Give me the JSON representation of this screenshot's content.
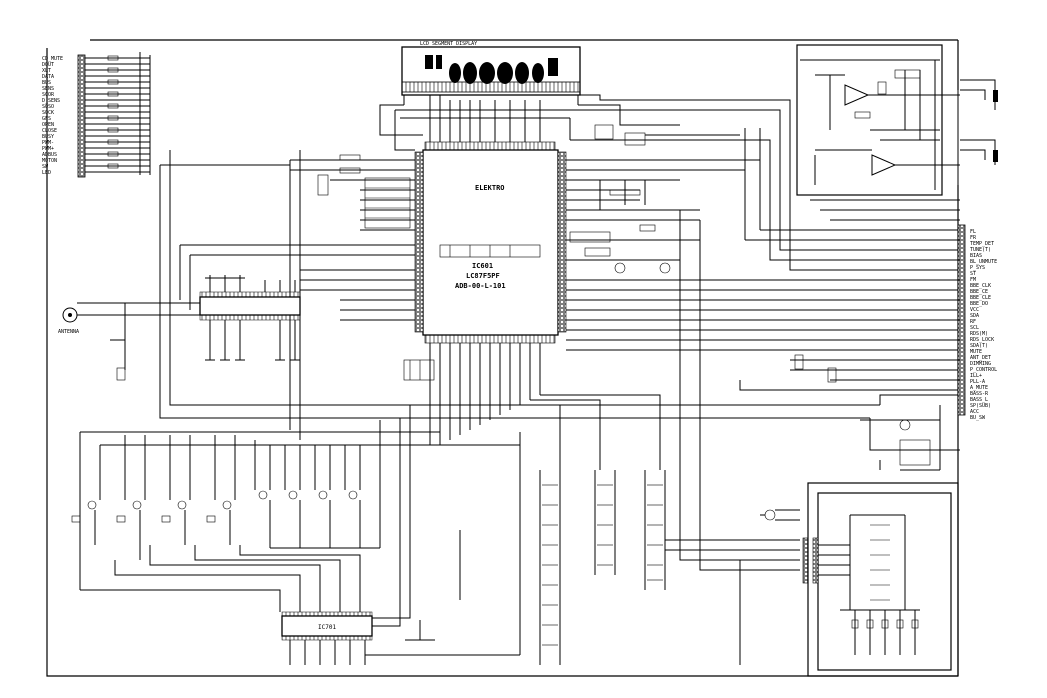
{
  "diagram": {
    "left_connector_labels": [
      "CD_MUTE",
      "DOUT",
      "XLT",
      "DATA",
      "BUS",
      "SENS",
      "SCOR",
      "D_SENS",
      "SQSO",
      "SQCK",
      "GFS",
      "OPEN",
      "CLOSE",
      "BUSY",
      "PWM-",
      "PWM+",
      "ADBUS",
      "MOTON",
      "SW",
      "LED"
    ],
    "right_connector_labels": [
      "FL",
      "FR",
      "TEMP_DET",
      "TUNE(T)",
      "BIAS",
      "BL_UNMUTE",
      "P_SYS",
      "ST",
      "FM",
      "BBE_CLK",
      "BBE_CE",
      "BBE_CLE",
      "BBE_DO",
      "VCC",
      "SDA",
      "RF",
      "SCL",
      "RDS(M)",
      "RDS_LOCK",
      "SDA(T)",
      "MUTE",
      "ANT_DET",
      "DIMMING",
      "P_CONTROL",
      "ILL+",
      "PLL-A",
      "A_MUTE",
      "BASS-R",
      "BASS_L",
      "SP(SUB)",
      "ACC",
      "BU_SW"
    ],
    "ic_main_labels": [
      "IC601",
      "LC87F5PF",
      "ADB-00-L-101"
    ],
    "ic_sub_label": "IC701",
    "display_label": "ELEKTRO",
    "antenna_label": "ANTENNA",
    "top_header_text": "LCD SEGMENT DISPLAY"
  }
}
